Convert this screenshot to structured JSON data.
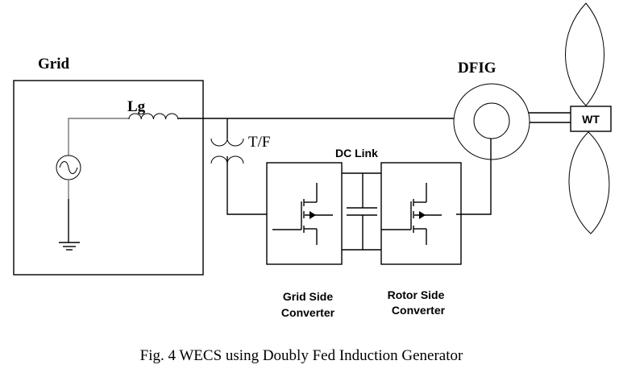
{
  "diagram": {
    "labels": {
      "grid": "Grid",
      "inductor": "Lg",
      "transformer": "T/F",
      "dc_link": "DC Link",
      "generator": "DFIG",
      "turbine": "WT",
      "grid_side_converter_line1": "Grid Side",
      "grid_side_converter_line2": "Converter",
      "rotor_side_converter_line1": "Rotor Side",
      "rotor_side_converter_line2": "Converter"
    },
    "caption": "Fig. 4 WECS using Doubly Fed Induction Generator",
    "components": [
      "grid",
      "ac-source",
      "ground",
      "grid-inductor",
      "transformer",
      "grid-side-converter",
      "dc-link-capacitor",
      "rotor-side-converter",
      "dfig",
      "wind-turbine"
    ]
  }
}
